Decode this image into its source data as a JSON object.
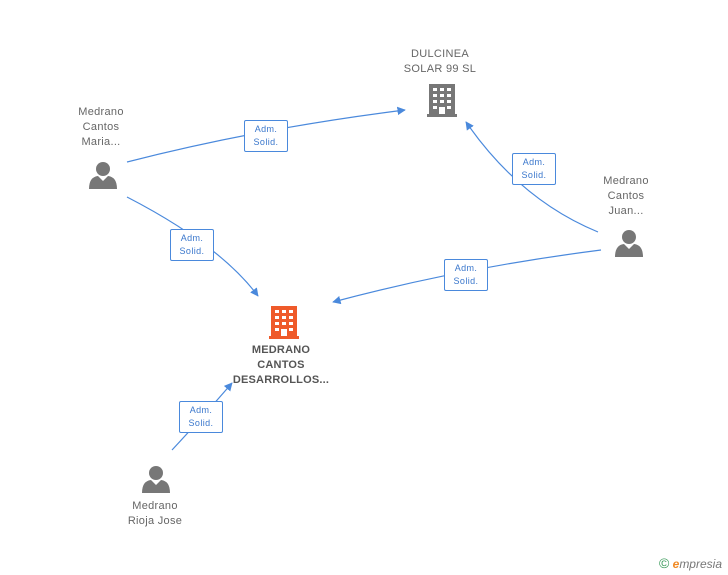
{
  "colors": {
    "edge": "#4a89dc",
    "company": "#777777",
    "company_main": "#ef5a2a",
    "person": "#777777"
  },
  "nodes": {
    "dulcinea": {
      "line1": "DULCINEA",
      "line2": "SOLAR 99 SL",
      "icon": "building-icon"
    },
    "main_company": {
      "line1": "MEDRANO",
      "line2": "CANTOS",
      "line3": "DESARROLLOS...",
      "icon": "building-icon"
    },
    "maria": {
      "line1": "Medrano",
      "line2": "Cantos",
      "line3": "Maria...",
      "icon": "person-icon"
    },
    "juan": {
      "line1": "Medrano",
      "line2": "Cantos",
      "line3": "Juan...",
      "icon": "person-icon"
    },
    "jose": {
      "line1": "Medrano",
      "line2": "Rioja Jose",
      "icon": "person-icon"
    }
  },
  "edges": [
    {
      "id": "maria-dulcinea",
      "line1": "Adm.",
      "line2": "Solid."
    },
    {
      "id": "juan-dulcinea",
      "line1": "Adm.",
      "line2": "Solid."
    },
    {
      "id": "maria-main",
      "line1": "Adm.",
      "line2": "Solid."
    },
    {
      "id": "juan-main",
      "line1": "Adm.",
      "line2": "Solid."
    },
    {
      "id": "jose-main",
      "line1": "Adm.",
      "line2": "Solid."
    }
  ],
  "brand": {
    "copyright": "©",
    "first_letter": "e",
    "rest": "mpresia"
  }
}
